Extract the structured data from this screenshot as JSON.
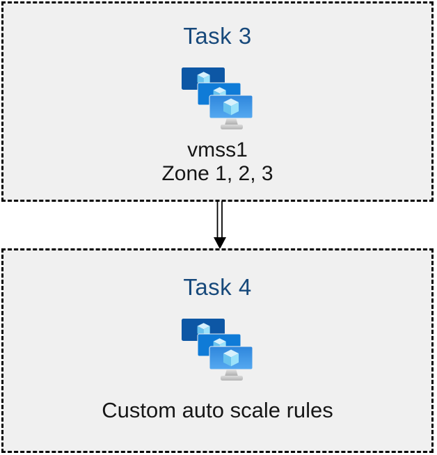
{
  "diagram": {
    "tasks": [
      {
        "title": "Task 3",
        "lines": [
          "vmss1",
          "Zone 1, 2, 3"
        ]
      },
      {
        "title": "Task 4",
        "lines": [
          "Custom auto scale rules"
        ]
      }
    ],
    "connector": {
      "type": "double-line-arrow",
      "direction": "down"
    },
    "icon": "vmss-icon",
    "colors": {
      "box_background": "#f0f0f0",
      "box_border": "#000000",
      "title_text": "#17497b",
      "body_text": "#161616",
      "monitor_back": "#0d57a5",
      "monitor_middle": "#0f7bd7",
      "monitor_front_top": "#2e86dc",
      "monitor_front_bottom": "#55a9f0",
      "cube_top": "#d7f1fc",
      "cube_left": "#69c3ee",
      "cube_right": "#9be2fa",
      "stand_light": "#dddddd",
      "stand_dark": "#a9a9a9",
      "arrow": "#000000"
    }
  }
}
